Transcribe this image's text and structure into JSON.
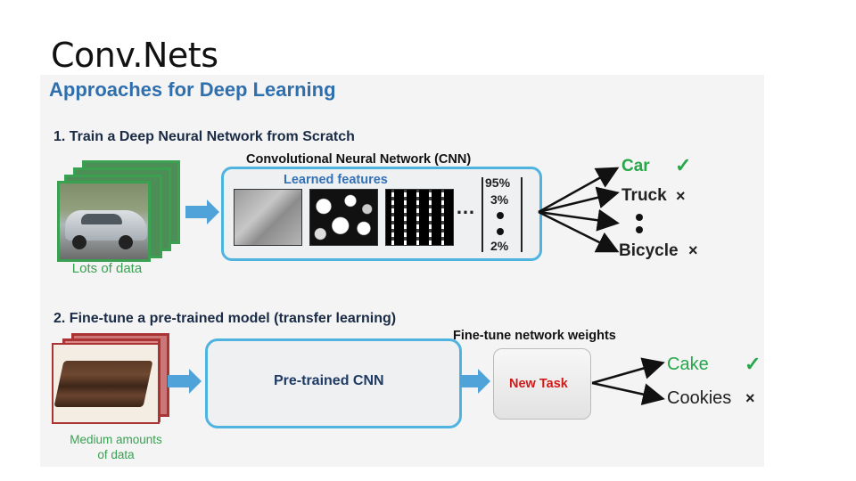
{
  "slide_title": "Conv.Nets",
  "heading": "Approaches for Deep Learning",
  "section1": {
    "step": "1. Train a Deep Neural Network from Scratch",
    "cnn_title": "Convolutional Neural Network (CNN)",
    "learned_features": "Learned features",
    "ellipsis": "…",
    "probs": [
      "95%",
      "3%",
      "2%"
    ],
    "data_caption": "Lots of data",
    "outputs": [
      {
        "label": "Car",
        "mark": "✓"
      },
      {
        "label": "Truck",
        "mark": "×"
      },
      {
        "label": "Bicycle",
        "mark": "×"
      }
    ]
  },
  "section2": {
    "step": "2. Fine-tune a pre-trained model (transfer learning)",
    "finetune_label": "Fine-tune network weights",
    "pretrained_label": "Pre-trained CNN",
    "newtask_label": "New Task",
    "data_caption_line1": "Medium amounts",
    "data_caption_line2": "of data",
    "outputs": [
      {
        "label": "Cake",
        "mark": "✓"
      },
      {
        "label": "Cookies",
        "mark": "×"
      }
    ]
  },
  "colors": {
    "accent_blue": "#4fb3e0",
    "heading_blue": "#2f6fae",
    "green": "#27a64a",
    "red": "#d01a1a"
  }
}
